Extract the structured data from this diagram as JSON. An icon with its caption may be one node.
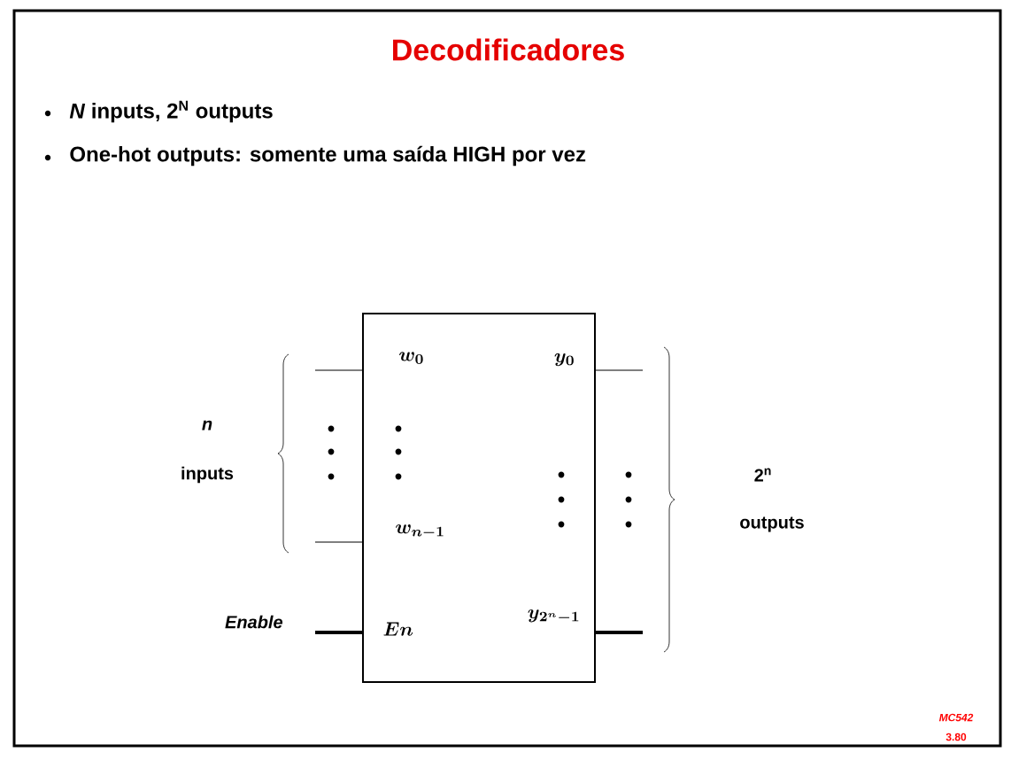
{
  "diagram": {
    "title": "Decodificadores",
    "nodes": [
      {
        "text": [
          "w_0",
          "w_{n-1}",
          "En",
          "y_0",
          "y_{2^n-1}"
        ]
      },
      {
        "text": [
          "Enable"
        ]
      }
    ],
    "edges": [
      {
        "from": null,
        "to": 0,
        "arrow": "none"
      },
      {
        "from": null,
        "to": 0,
        "arrow": "none"
      },
      {
        "from": 1,
        "to": 0,
        "arrow": "none",
        "style": "thick"
      },
      {
        "from": 0,
        "to": null,
        "arrow": "none"
      },
      {
        "from": 0,
        "to": null,
        "arrow": "none",
        "style": "thick"
      }
    ],
    "labels": [
      "*N* inputs, 2$^{N}$ outputs",
      "One-hot outputs: somente uma saída HIGH por vez",
      "n",
      "inputs",
      "2$^{n}$",
      "outputs",
      "MC542",
      "3.80"
    ]
  }
}
